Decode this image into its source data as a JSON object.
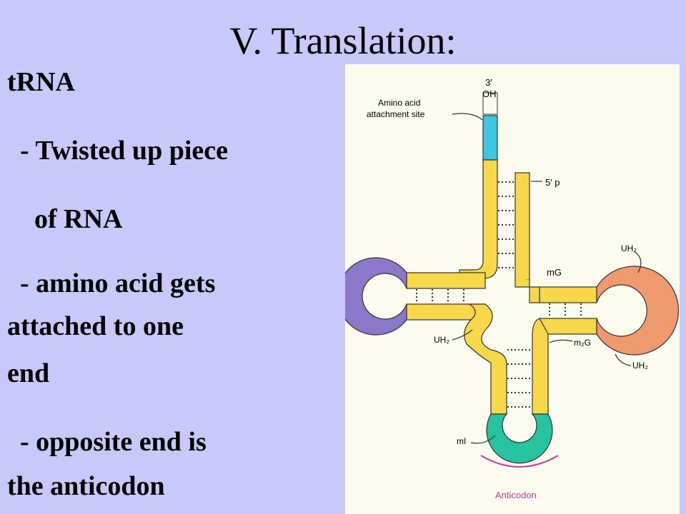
{
  "slide": {
    "title": "V.  Translation:",
    "heading": "tRNA",
    "bullets": [
      {
        "lines": [
          "- Twisted up piece",
          "of RNA"
        ]
      },
      {
        "lines": [
          "- amino acid gets",
          "attached to one",
          "end"
        ]
      },
      {
        "lines": [
          "- opposite end is",
          "the anticodon"
        ]
      }
    ]
  },
  "diagram": {
    "labels": {
      "three_prime": "3′",
      "oh": "OH",
      "amino_site_1": "Amino acid",
      "amino_site_2": "attachment site",
      "five_prime": "5′ p",
      "mg": "mG",
      "uh2_top": "UH₂",
      "uh2_left": "UH₂",
      "uh2_right": "UH₂",
      "m2g": "m₂G",
      "mi": "mI",
      "anticodon": "Anticodon"
    },
    "colors": {
      "acceptor_end": "#3ec6e2",
      "stem": "#f7d84a",
      "left_loop": "#8c78c8",
      "right_loop": "#ef9a6e",
      "anticodon_loop": "#27c3a0"
    }
  }
}
